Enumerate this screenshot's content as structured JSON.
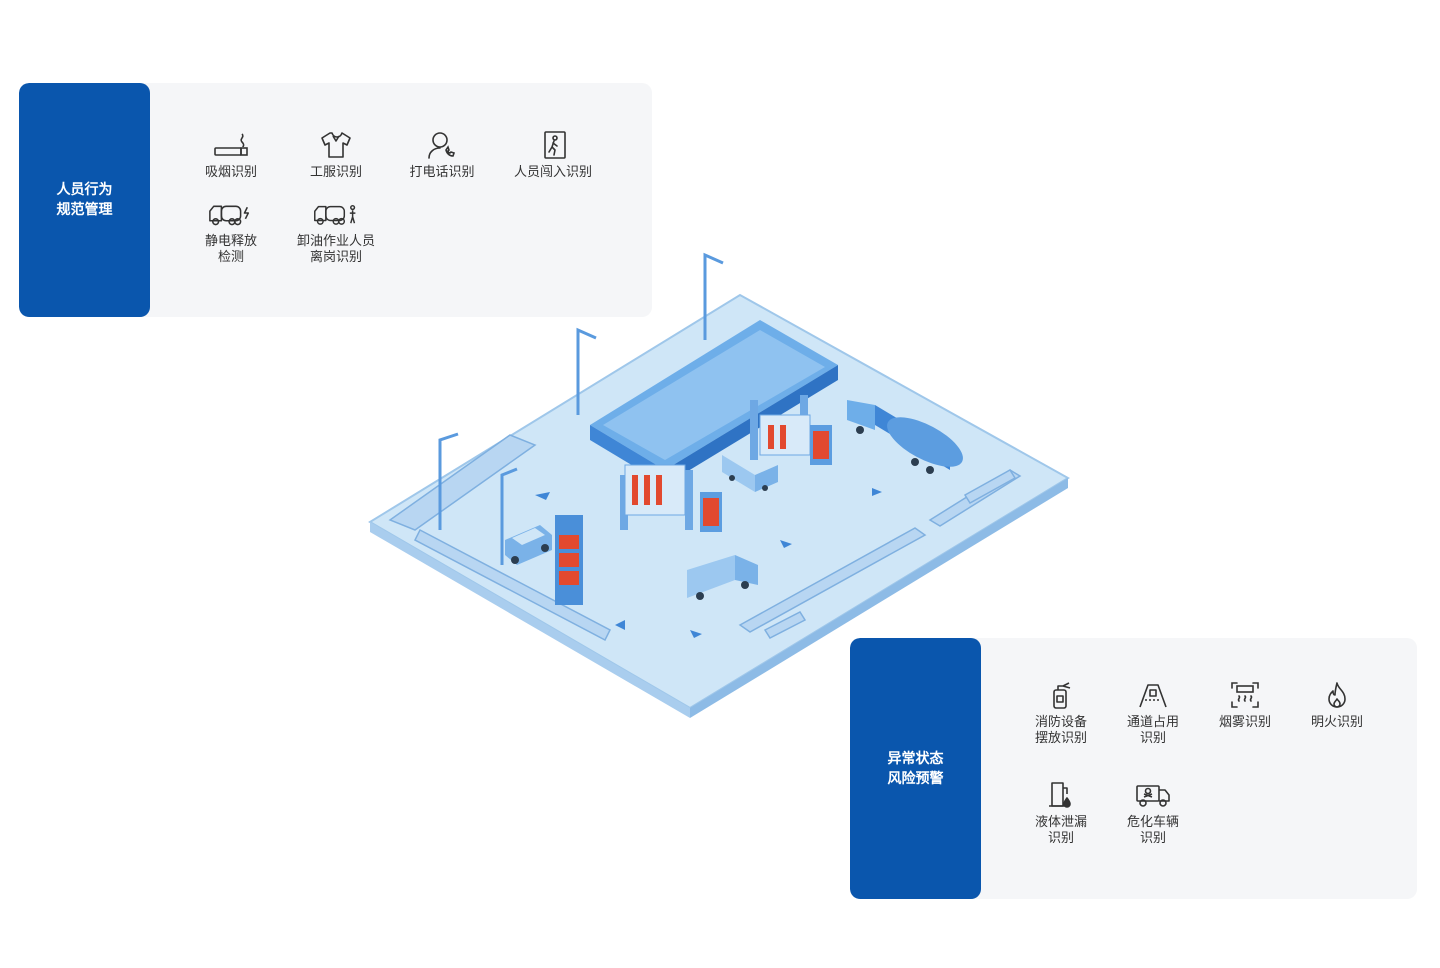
{
  "behavior_panel": {
    "title_line1": "人员行为",
    "title_line2": "规范管理",
    "items": [
      {
        "label_line1": "吸烟识别",
        "label_line2": "",
        "icon": "cigarette-icon"
      },
      {
        "label_line1": "工服识别",
        "label_line2": "",
        "icon": "uniform-icon"
      },
      {
        "label_line1": "打电话识别",
        "label_line2": "",
        "icon": "phone-call-icon"
      },
      {
        "label_line1": "人员闯入识别",
        "label_line2": "",
        "icon": "intrusion-icon"
      },
      {
        "label_line1": "静电释放",
        "label_line2": "检测",
        "icon": "static-discharge-icon"
      },
      {
        "label_line1": "卸油作业人员",
        "label_line2": "离岗识别",
        "icon": "unloading-absence-icon"
      }
    ]
  },
  "risk_panel": {
    "title_line1": "异常状态",
    "title_line2": "风险预警",
    "items": [
      {
        "label_line1": "消防设备",
        "label_line2": "摆放识别",
        "icon": "fire-extinguisher-icon"
      },
      {
        "label_line1": "通道占用",
        "label_line2": "识别",
        "icon": "passage-occupied-icon"
      },
      {
        "label_line1": "烟雾识别",
        "label_line2": "",
        "icon": "smoke-icon"
      },
      {
        "label_line1": "明火识别",
        "label_line2": "",
        "icon": "flame-icon"
      },
      {
        "label_line1": "液体泄漏",
        "label_line2": "识别",
        "icon": "liquid-leak-icon"
      },
      {
        "label_line1": "危化车辆",
        "label_line2": "识别",
        "icon": "hazmat-vehicle-icon"
      }
    ]
  },
  "colors": {
    "panel_title_bg": "#0a56ad",
    "panel_bg": "#f5f6f8",
    "ground": "#cfe6f7",
    "canopy": "#3f86d6",
    "pump_red": "#e2492f"
  }
}
